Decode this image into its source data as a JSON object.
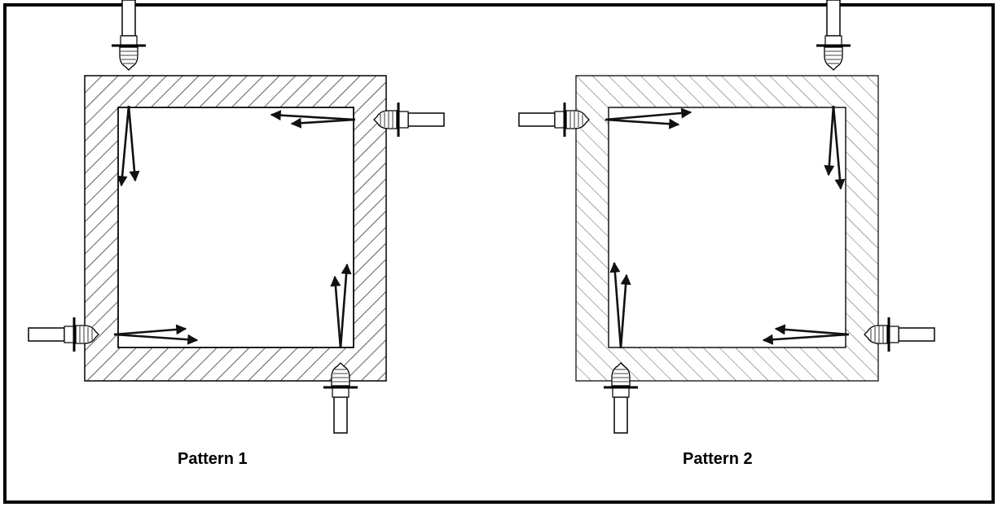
{
  "patterns": [
    {
      "label": "Pattern 1",
      "hatch": "dark"
    },
    {
      "label": "Pattern 2",
      "hatch": "light"
    }
  ],
  "colors": {
    "background": "#ffffff",
    "border": "#000000",
    "hatch_dark": "#1a1a1a",
    "hatch_light": "#555555",
    "arrow": "#111111"
  }
}
